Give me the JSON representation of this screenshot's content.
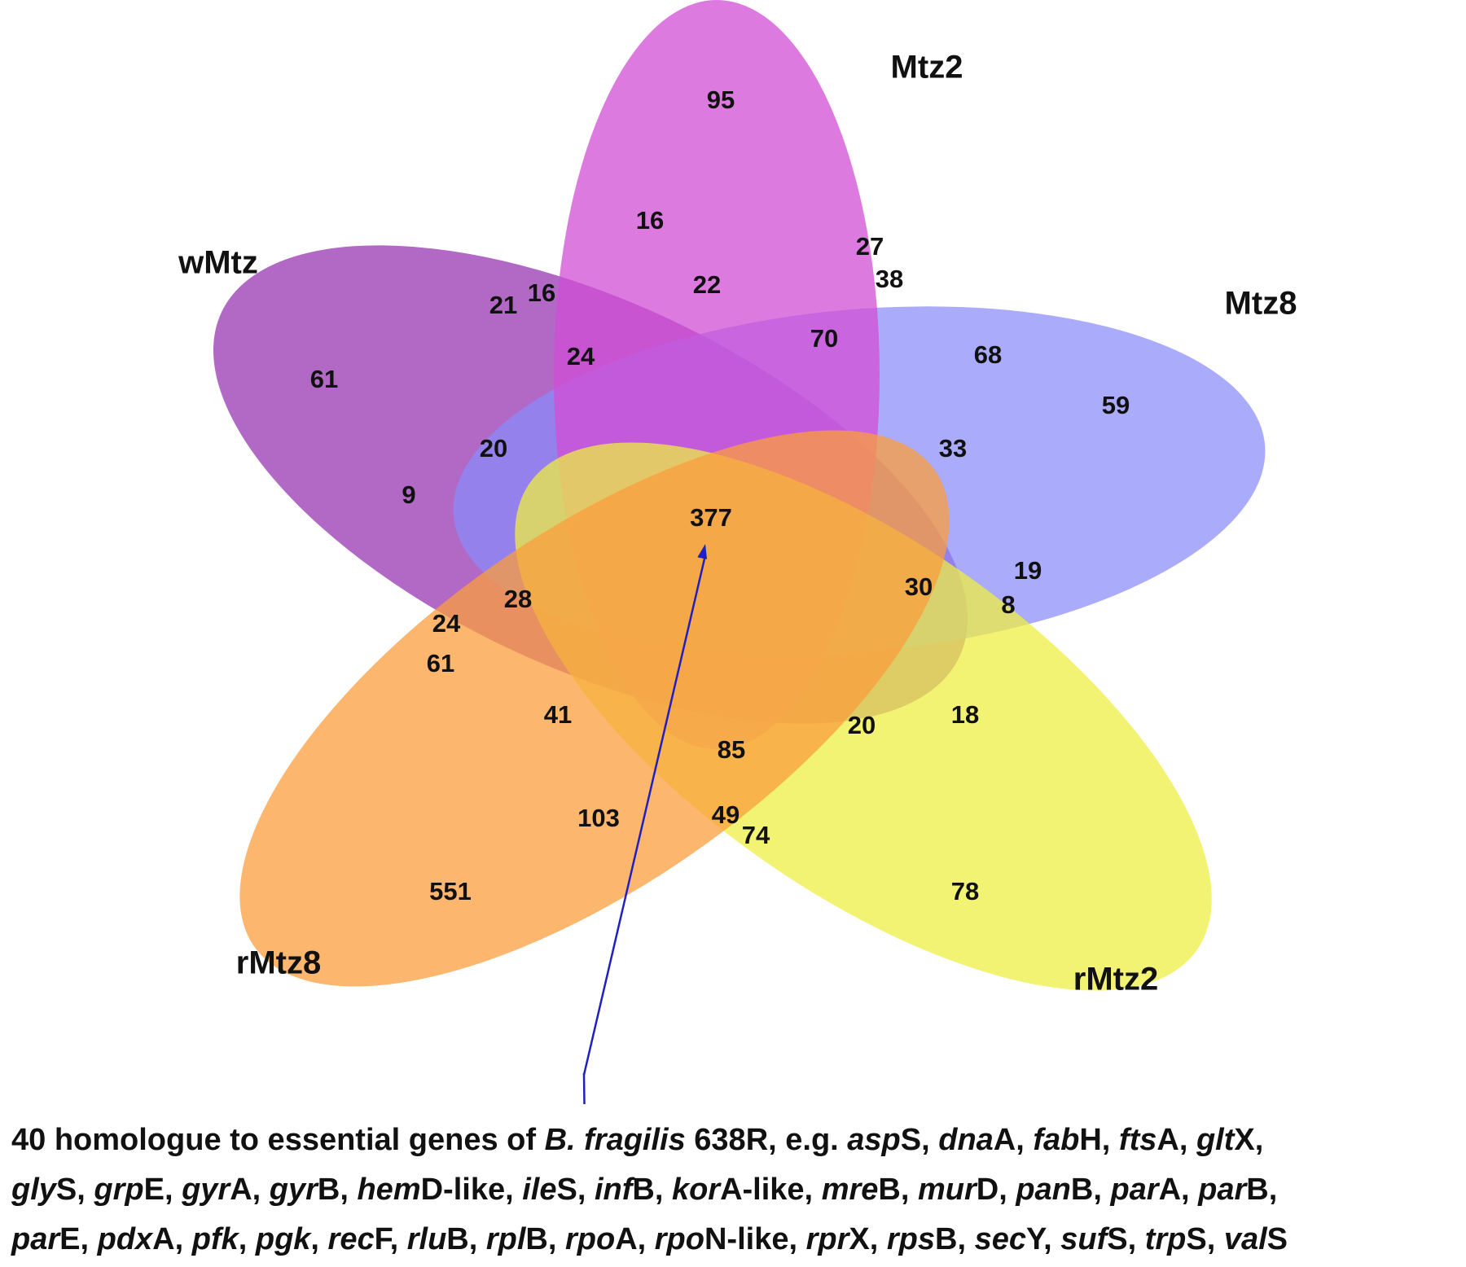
{
  "sets": [
    {
      "name": "Mtz2",
      "color": "#D24ED6"
    },
    {
      "name": "Mtz8",
      "color": "#8A8AFB"
    },
    {
      "name": "rMtz2",
      "color": "#EEEE44"
    },
    {
      "name": "rMtz8",
      "color": "#FB9D3D"
    },
    {
      "name": "wMtz",
      "color": "#9B3FB5"
    }
  ],
  "regions": [
    "95",
    "16",
    "27",
    "38",
    "22",
    "21",
    "16",
    "24",
    "70",
    "68",
    "61",
    "59",
    "20",
    "33",
    "9",
    "377",
    "30",
    "19",
    "8",
    "28",
    "24",
    "61",
    "41",
    "20",
    "18",
    "85",
    "103",
    "49",
    "74",
    "551",
    "78"
  ],
  "callout": {
    "target_region": "377",
    "arrow_color": "#2020C0"
  },
  "caption": {
    "lines": [
      [
        [
          "40 homologue  to essential genes of ",
          0
        ],
        [
          "B. fragilis",
          1
        ],
        [
          " 638R, e.g. ",
          0
        ],
        [
          "asp",
          1
        ],
        [
          "S, ",
          0
        ],
        [
          "dna",
          1
        ],
        [
          "A, ",
          0
        ],
        [
          "fab",
          1
        ],
        [
          "H, ",
          0
        ],
        [
          "fts",
          1
        ],
        [
          "A, ",
          0
        ],
        [
          "glt",
          1
        ],
        [
          "X,",
          0
        ]
      ],
      [
        [
          "gly",
          1
        ],
        [
          "S, ",
          0
        ],
        [
          "grp",
          1
        ],
        [
          "E, ",
          0
        ],
        [
          "gyr",
          1
        ],
        [
          "A, ",
          0
        ],
        [
          "gyr",
          1
        ],
        [
          "B, ",
          0
        ],
        [
          "hem",
          1
        ],
        [
          "D-like, ",
          0
        ],
        [
          "ile",
          1
        ],
        [
          "S, ",
          0
        ],
        [
          "inf",
          1
        ],
        [
          "B, ",
          0
        ],
        [
          "kor",
          1
        ],
        [
          "A-like, ",
          0
        ],
        [
          "mre",
          1
        ],
        [
          "B, ",
          0
        ],
        [
          "mur",
          1
        ],
        [
          "D, ",
          0
        ],
        [
          "pan",
          1
        ],
        [
          "B, ",
          0
        ],
        [
          "par",
          1
        ],
        [
          "A, ",
          0
        ],
        [
          "par",
          1
        ],
        [
          "B,",
          0
        ]
      ],
      [
        [
          "par",
          1
        ],
        [
          "E, ",
          0
        ],
        [
          "pdx",
          1
        ],
        [
          "A, ",
          0
        ],
        [
          "pfk",
          1
        ],
        [
          ", ",
          0
        ],
        [
          "pgk",
          1
        ],
        [
          ", ",
          0
        ],
        [
          "rec",
          1
        ],
        [
          "F, ",
          0
        ],
        [
          "rlu",
          1
        ],
        [
          "B, ",
          0
        ],
        [
          "rpl",
          1
        ],
        [
          "B, ",
          0
        ],
        [
          "rpo",
          1
        ],
        [
          "A, ",
          0
        ],
        [
          "rpo",
          1
        ],
        [
          "N-like, ",
          0
        ],
        [
          "rpr",
          1
        ],
        [
          "X, ",
          0
        ],
        [
          "rps",
          1
        ],
        [
          "B, ",
          0
        ],
        [
          "sec",
          1
        ],
        [
          "Y, ",
          0
        ],
        [
          "suf",
          1
        ],
        [
          "S, ",
          0
        ],
        [
          "trp",
          1
        ],
        [
          "S, ",
          0
        ],
        [
          "val",
          1
        ],
        [
          "S",
          0
        ]
      ]
    ]
  }
}
